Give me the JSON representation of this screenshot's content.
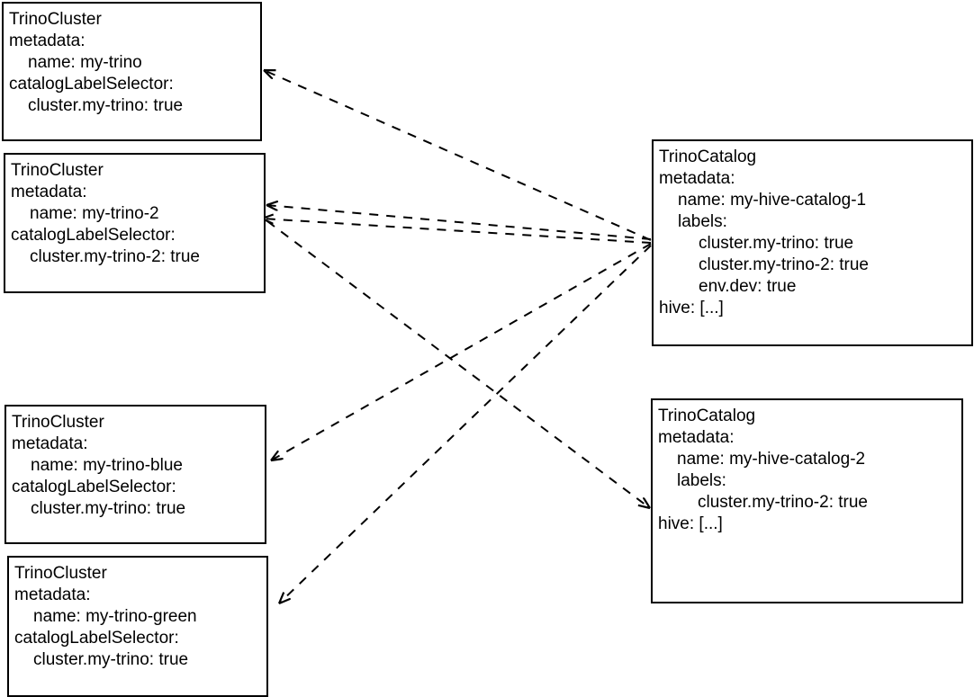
{
  "diagram": {
    "title": "TrinoCluster / TrinoCatalog label selector relationships",
    "type": "entity-relationship",
    "background_color": "#ffffff",
    "node_border_color": "#000000",
    "edge_color": "#000000",
    "edge_style": "dashed"
  },
  "nodes": {
    "cluster_my_trino": {
      "kind": "TrinoCluster",
      "lines": [
        "TrinoCluster",
        "metadata:",
        "name: my-trino",
        "catalogLabelSelector:",
        "cluster.my-trino: true"
      ],
      "metadata_name": "my-trino",
      "catalog_label_selector": "cluster.my-trino: true"
    },
    "cluster_my_trino_2": {
      "kind": "TrinoCluster",
      "lines": [
        "TrinoCluster",
        "metadata:",
        "name: my-trino-2",
        "catalogLabelSelector:",
        "cluster.my-trino-2: true"
      ],
      "metadata_name": "my-trino-2",
      "catalog_label_selector": "cluster.my-trino-2: true"
    },
    "cluster_my_trino_blue": {
      "kind": "TrinoCluster",
      "lines": [
        "TrinoCluster",
        "metadata:",
        "name: my-trino-blue",
        "catalogLabelSelector:",
        "cluster.my-trino: true"
      ],
      "metadata_name": "my-trino-blue",
      "catalog_label_selector": "cluster.my-trino: true"
    },
    "cluster_my_trino_green": {
      "kind": "TrinoCluster",
      "lines": [
        "TrinoCluster",
        "metadata:",
        "name: my-trino-green",
        "catalogLabelSelector:",
        "cluster.my-trino: true"
      ],
      "metadata_name": "my-trino-green",
      "catalog_label_selector": "cluster.my-trino: true"
    },
    "catalog_hive_1": {
      "kind": "TrinoCatalog",
      "lines": [
        "TrinoCatalog",
        "metadata:",
        "name: my-hive-catalog-1",
        "labels:",
        "cluster.my-trino: true",
        "cluster.my-trino-2: true",
        "env.dev: true",
        "hive: [...]"
      ],
      "metadata_name": "my-hive-catalog-1",
      "labels": [
        "cluster.my-trino: true",
        "cluster.my-trino-2: true",
        "env.dev: true"
      ],
      "connector": "hive: [...]"
    },
    "catalog_hive_2": {
      "kind": "TrinoCatalog",
      "lines": [
        "TrinoCatalog",
        "metadata:",
        "name: my-hive-catalog-2",
        "labels:",
        "cluster.my-trino-2: true",
        "hive: [...]"
      ],
      "metadata_name": "my-hive-catalog-2",
      "labels": [
        "cluster.my-trino-2: true"
      ],
      "connector": "hive: [...]"
    }
  },
  "edges": [
    {
      "from": "catalog_hive_1",
      "to": "cluster_my_trino",
      "style": "dashed",
      "arrow": "end"
    },
    {
      "from": "catalog_hive_1",
      "to": "cluster_my_trino_2",
      "style": "dashed",
      "arrow": "end"
    },
    {
      "from": "catalog_hive_1",
      "to": "cluster_my_trino_blue",
      "style": "dashed",
      "arrow": "end"
    },
    {
      "from": "catalog_hive_1",
      "to": "cluster_my_trino_green",
      "style": "dashed",
      "arrow": "end"
    },
    {
      "from": "cluster_my_trino_2",
      "to": "catalog_hive_2",
      "style": "dashed",
      "arrow": "end"
    }
  ]
}
